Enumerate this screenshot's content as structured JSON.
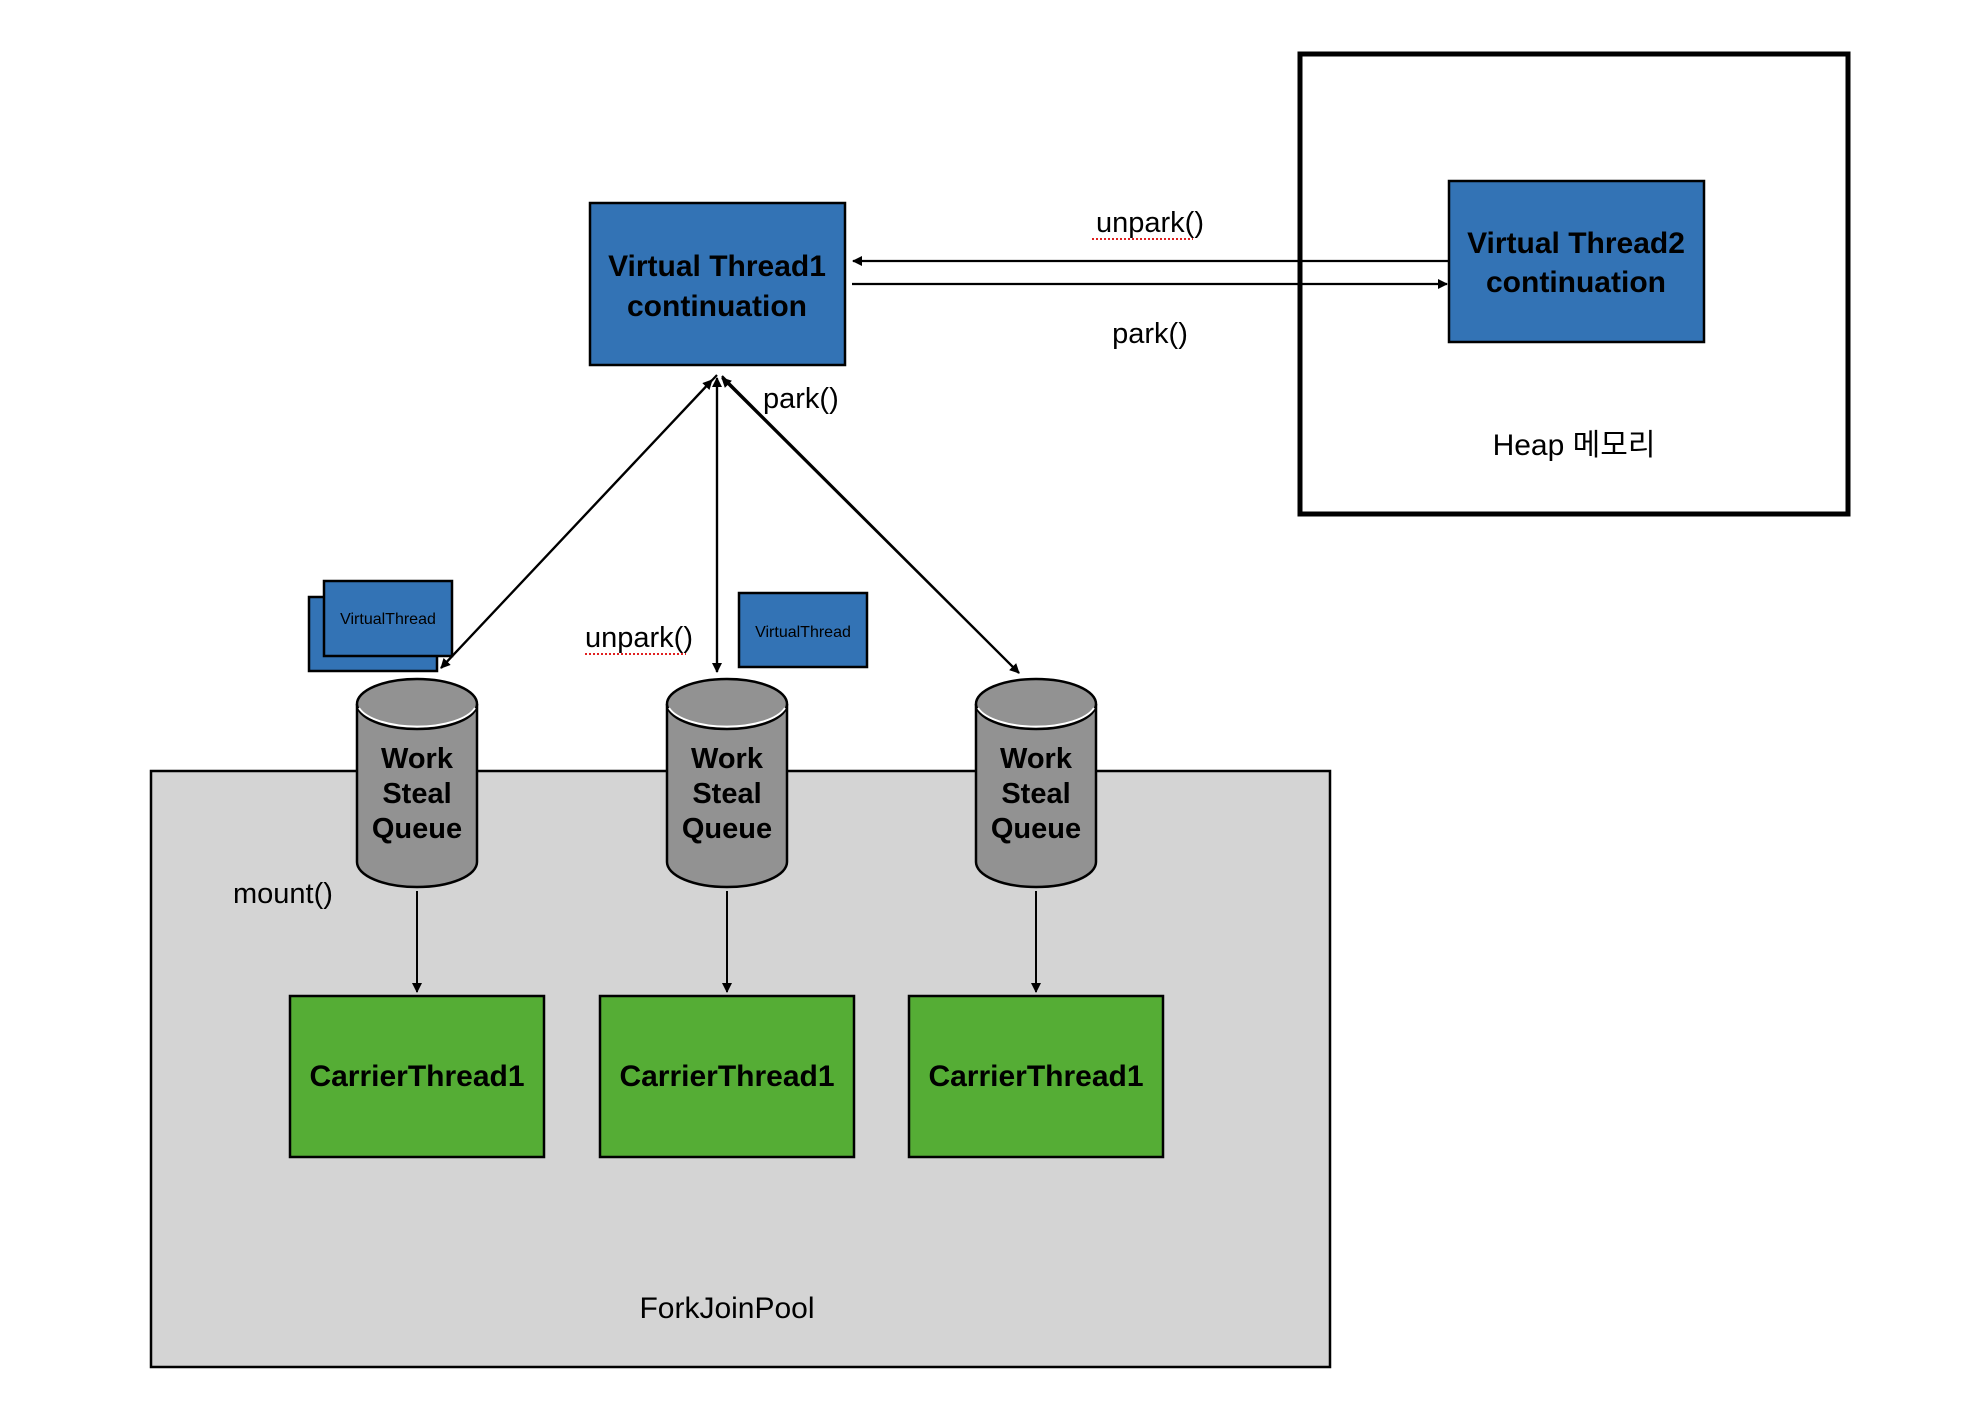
{
  "colors": {
    "thread_blue": "#3373b5",
    "carrier_green": "#55ad35",
    "queue_gray": "#929292",
    "pool_gray": "#d4d4d4",
    "stroke": "#000000",
    "spellcheck_red": "#e02020"
  },
  "heap": {
    "label": "Heap 메모리",
    "virtual_thread2": {
      "line1": "Virtual Thread2",
      "line2": "continuation"
    }
  },
  "virtual_thread1": {
    "line1": "Virtual Thread1",
    "line2": "continuation"
  },
  "edges": {
    "unpark_top": "unpark()",
    "park_top": "park()",
    "park_right": "park()",
    "unpark_middle": "unpark()",
    "mount": "mount()"
  },
  "mini_threads": {
    "left_stack": "VirtualThread",
    "middle": "VirtualThread"
  },
  "pool": {
    "label": "ForkJoinPool",
    "queues": [
      {
        "line1": "Work",
        "line2": "Steal",
        "line3": "Queue"
      },
      {
        "line1": "Work",
        "line2": "Steal",
        "line3": "Queue"
      },
      {
        "line1": "Work",
        "line2": "Steal",
        "line3": "Queue"
      }
    ],
    "carriers": [
      {
        "label": "CarrierThread1"
      },
      {
        "label": "CarrierThread1"
      },
      {
        "label": "CarrierThread1"
      }
    ]
  }
}
